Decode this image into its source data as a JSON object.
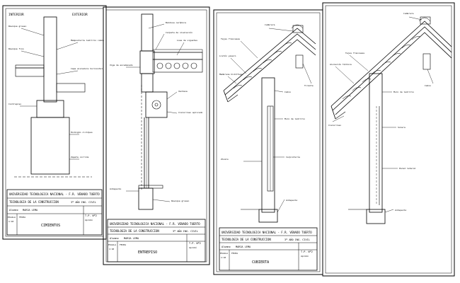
{
  "sheets": [
    {
      "id": "cimiento",
      "university": "UNIVERSIDAD TECNOLOGICA NACIONAL - F.R. VENADO TUERTO",
      "course": "TECNOLOGIA DE LA CONSTRUCCION",
      "year": "3º AÑO ING. CIVIL",
      "student_label": "Alumno",
      "student": "MARIA LEMA",
      "scale_label": "ESCALA",
      "scale": "1:10",
      "date_label": "FECHA",
      "title": "CIMIENTOS",
      "tp": "T.P. Nº2",
      "approved": "Aprobó",
      "header_left": "INTERIOR",
      "header_right": "EXTERIOR",
      "notes": [
        "Revoque grueso",
        "Revoque fino",
        "Mampostería ladrillo común",
        "Capa aisladora horizontal",
        "Contrapiso",
        "Hormigón ciclópeo",
        "Zapata corrida"
      ]
    },
    {
      "id": "entrepiso",
      "university": "UNIVERSIDAD TECNOLOGICA NACIONAL - F.R. VENADO TUERTO",
      "course": "TECNOLOGIA DE LA CONSTRUCCION",
      "year": "3º AÑO ING. CIVIL",
      "student_label": "Alumno",
      "student": "MARIA LEMA",
      "scale_label": "ESCALA",
      "scale": "1:10",
      "date_label": "FECHA",
      "title": "ENTREPISO",
      "tp": "T.P. Nº2",
      "approved": "Aprobó",
      "notes": [
        "Baldosa cerámica",
        "Carpeta de nivelación",
        "Losa de viguetas",
        "Viga de encadenado",
        "Ventana",
        "Cielorraso aplicado",
        "Antepecho",
        "Revoque grueso"
      ]
    },
    {
      "id": "cubierta-1",
      "university": "UNIVERSIDAD TECNOLOGICA NACIONAL - F.R. VENADO TUERTO",
      "course": "TECNOLOGIA DE LA CONSTRUCCION",
      "year": "3º AÑO ING. CIVIL",
      "student_label": "Alumno",
      "student": "MARIA LEMA",
      "scale_label": "ESCALA",
      "scale": "1:10",
      "date_label": "FECHA",
      "title": "CUBIERTA",
      "tp": "T.P. Nº2",
      "approved": "Aprobó",
      "notes": [
        "Cumbrera",
        "Tejas francesas",
        "Listón yesero",
        "Membrana hidrófuga",
        "Tirante",
        "Cabio",
        "Muro de ladrillo",
        "Carpintería",
        "Zócalo",
        "Antepecho"
      ]
    },
    {
      "id": "cubierta-2",
      "notes": [
        "Cumbrera",
        "Tejas francesas",
        "Aislación térmica",
        "Cabio",
        "Muro de ladrillo",
        "Cielorraso",
        "Solera",
        "Pared lateral",
        "Antepecho"
      ]
    }
  ]
}
